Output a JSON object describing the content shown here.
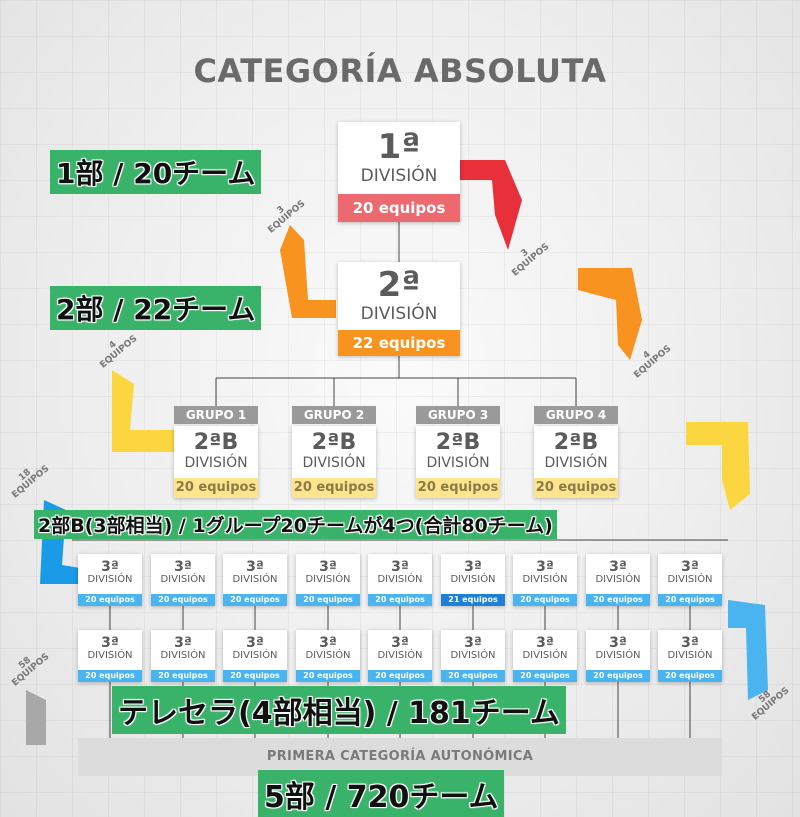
{
  "title": "CATEGORÍA ABSOLUTA",
  "division1": {
    "num": "1ª",
    "label": "DIVISIÓN",
    "count": "20 equipos"
  },
  "division2": {
    "num": "2ª",
    "label": "DIVISIÓN",
    "count": "22 equipos"
  },
  "division2b": [
    {
      "group": "GRUPO 1",
      "num": "2ªB",
      "label": "DIVISIÓN",
      "count": "20 equipos"
    },
    {
      "group": "GRUPO 2",
      "num": "2ªB",
      "label": "DIVISIÓN",
      "count": "20 equipos"
    },
    {
      "group": "GRUPO 3",
      "num": "2ªB",
      "label": "DIVISIÓN",
      "count": "20 equipos"
    },
    {
      "group": "GRUPO 4",
      "num": "2ªB",
      "label": "DIVISIÓN",
      "count": "20 equipos"
    }
  ],
  "division3_row1": [
    {
      "num": "3ª",
      "label": "DIVISIÓN",
      "count": "20 equipos"
    },
    {
      "num": "3ª",
      "label": "DIVISIÓN",
      "count": "20 equipos"
    },
    {
      "num": "3ª",
      "label": "DIVISIÓN",
      "count": "20 equipos"
    },
    {
      "num": "3ª",
      "label": "DIVISIÓN",
      "count": "20 equipos"
    },
    {
      "num": "3ª",
      "label": "DIVISIÓN",
      "count": "20 equipos"
    },
    {
      "num": "3ª",
      "label": "DIVISIÓN",
      "count": "21 equipos",
      "highlight": true
    },
    {
      "num": "3ª",
      "label": "DIVISIÓN",
      "count": "20 equipos"
    },
    {
      "num": "3ª",
      "label": "DIVISIÓN",
      "count": "20 equipos"
    },
    {
      "num": "3ª",
      "label": "DIVISIÓN",
      "count": "20 equipos"
    }
  ],
  "division3_row2": [
    {
      "num": "3ª",
      "label": "DIVISIÓN",
      "count": "20 equipos"
    },
    {
      "num": "3ª",
      "label": "DIVISIÓN",
      "count": "20 equipos"
    },
    {
      "num": "3ª",
      "label": "DIVISIÓN",
      "count": "20 equipos"
    },
    {
      "num": "3ª",
      "label": "DIVISIÓN",
      "count": "20 equipos"
    },
    {
      "num": "3ª",
      "label": "DIVISIÓN",
      "count": "20 equipos"
    },
    {
      "num": "3ª",
      "label": "DIVISIÓN",
      "count": "20 equipos"
    },
    {
      "num": "3ª",
      "label": "DIVISIÓN",
      "count": "20 equipos"
    },
    {
      "num": "3ª",
      "label": "DIVISIÓN",
      "count": "20 equipos"
    },
    {
      "num": "3ª",
      "label": "DIVISIÓN",
      "count": "20 equipos"
    }
  ],
  "primera_autonomica": "PRIMERA CATEGORÍA AUTONÓMICA",
  "transfer_labels": {
    "left_3": "3\nEQUIPOS",
    "right_3": "3\nEQUIPOS",
    "left_4": "4\nEQUIPOS",
    "right_4": "4\nEQUIPOS",
    "left_18": "18\nEQUIPOS",
    "left_58": "58\nEQUIPOS",
    "right_58": "58\nEQUIPOS"
  },
  "banners": {
    "b1": "1部 / 20チーム",
    "b2": "2部 / 22チーム",
    "b2b": "2部B(3部相当) / 1グループ20チームが4つ(合計80チーム)",
    "b3": "テレセラ(4部相当) / 181チーム",
    "b5": "5部 / 720チーム"
  },
  "colors": {
    "red": "#ec6a6f",
    "orange": "#f7931e",
    "yellow": "#fde58f",
    "blue": "#49b4ef",
    "dark_blue": "#1e7fd6",
    "green_banner": "#3ab36a"
  }
}
